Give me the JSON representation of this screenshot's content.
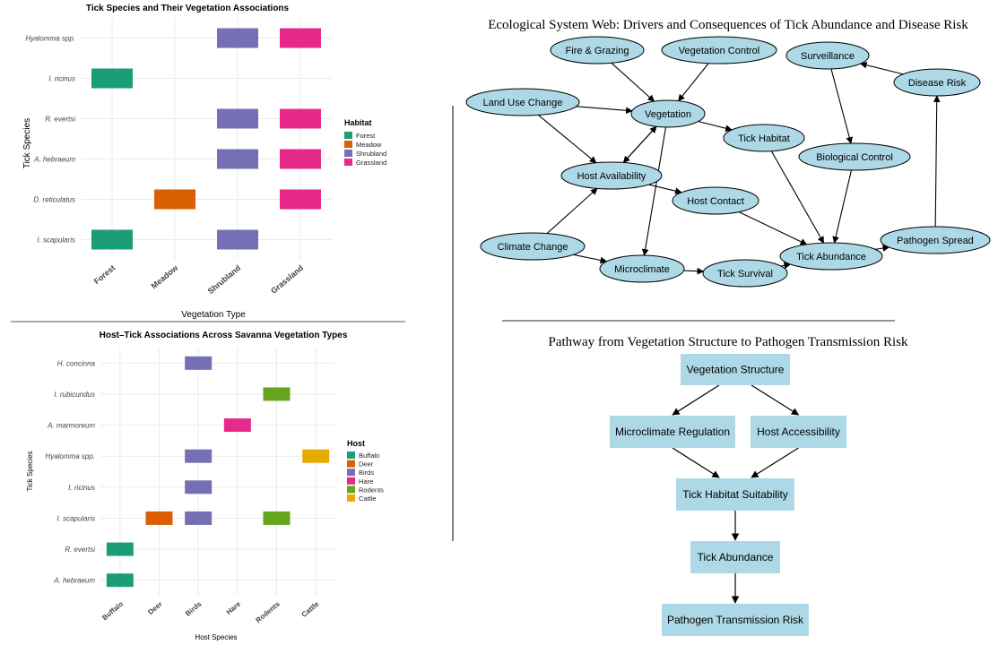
{
  "colors": {
    "Forest": "#1b9e77",
    "Meadow": "#d95f02",
    "Shrubland": "#7570b3",
    "Grassland": "#e7298a",
    "Buffalo": "#1b9e77",
    "Deer": "#d95f02",
    "Birds": "#7570b3",
    "Hare": "#e7298a",
    "Rodents": "#66a61e",
    "Cattle": "#e6ab02",
    "node_fill": "#add8e6",
    "grid": "#ebebeb"
  },
  "chart_data": [
    {
      "type": "heatmap",
      "title": "Tick Species and Their Vegetation Associations",
      "xlabel": "Vegetation Type",
      "ylabel": "Tick Species",
      "categories": [
        "Forest",
        "Meadow",
        "Shrubland",
        "Grassland"
      ],
      "y_categories": [
        "Hyalomma spp.",
        "I. ricinus",
        "R. evertsi",
        "A. hebraeum",
        "D. reticulatus",
        "I. scapularis"
      ],
      "legend_title": "Habitat",
      "legend_items": [
        "Forest",
        "Meadow",
        "Shrubland",
        "Grassland"
      ],
      "points": [
        {
          "y": "Hyalomma spp.",
          "x": "Shrubland"
        },
        {
          "y": "Hyalomma spp.",
          "x": "Grassland"
        },
        {
          "y": "I. ricinus",
          "x": "Forest"
        },
        {
          "y": "R. evertsi",
          "x": "Shrubland"
        },
        {
          "y": "R. evertsi",
          "x": "Grassland"
        },
        {
          "y": "A. hebraeum",
          "x": "Shrubland"
        },
        {
          "y": "A. hebraeum",
          "x": "Grassland"
        },
        {
          "y": "D. reticulatus",
          "x": "Meadow"
        },
        {
          "y": "D. reticulatus",
          "x": "Grassland"
        },
        {
          "y": "I. scapularis",
          "x": "Forest"
        },
        {
          "y": "I. scapularis",
          "x": "Shrubland"
        }
      ]
    },
    {
      "type": "heatmap",
      "title": "Host–Tick Associations Across Savanna Vegetation Types",
      "xlabel": "Host Species",
      "ylabel": "Tick Species",
      "categories": [
        "Buffalo",
        "Deer",
        "Birds",
        "Hare",
        "Rodents",
        "Cattle"
      ],
      "y_categories": [
        "H. concinna",
        "I. rubicundus",
        "A. marmoreum",
        "Hyalomma spp.",
        "I. ricinus",
        "I. scapularis",
        "R. evertsi",
        "A. hebraeum"
      ],
      "legend_title": "Host",
      "legend_items": [
        "Buffalo",
        "Deer",
        "Birds",
        "Hare",
        "Rodents",
        "Cattle"
      ],
      "points": [
        {
          "y": "H. concinna",
          "x": "Birds"
        },
        {
          "y": "I. rubicundus",
          "x": "Rodents"
        },
        {
          "y": "A. marmoreum",
          "x": "Hare"
        },
        {
          "y": "Hyalomma spp.",
          "x": "Birds"
        },
        {
          "y": "Hyalomma spp.",
          "x": "Cattle"
        },
        {
          "y": "I. ricinus",
          "x": "Birds"
        },
        {
          "y": "I. scapularis",
          "x": "Deer"
        },
        {
          "y": "I. scapularis",
          "x": "Birds"
        },
        {
          "y": "I. scapularis",
          "x": "Rodents"
        },
        {
          "y": "R. evertsi",
          "x": "Buffalo"
        },
        {
          "y": "A. hebraeum",
          "x": "Buffalo"
        }
      ]
    }
  ],
  "web": {
    "title": "Ecological System Web: Drivers and Consequences of Tick Abundance and Disease Risk",
    "nodes": {
      "fire": "Fire & Grazing",
      "vegctrl": "Vegetation Control",
      "surv": "Surveillance",
      "disease": "Disease Risk",
      "landuse": "Land Use Change",
      "veg": "Vegetation",
      "tickhab": "Tick Habitat",
      "bio": "Biological Control",
      "hostavail": "Host Availability",
      "hostcontact": "Host Contact",
      "climate": "Climate Change",
      "micro": "Microclimate",
      "ticksurv": "Tick Survival",
      "tickab": "Tick Abundance",
      "pathogen": "Pathogen Spread"
    }
  },
  "pathway": {
    "title": "Pathway from Vegetation Structure to Pathogen Transmission Risk",
    "nodes": {
      "vs": "Vegetation Structure",
      "mr": "Microclimate Regulation",
      "ha": "Host Accessibility",
      "ths": "Tick Habitat Suitability",
      "ta": "Tick Abundance",
      "ptr": "Pathogen Transmission Risk"
    }
  }
}
